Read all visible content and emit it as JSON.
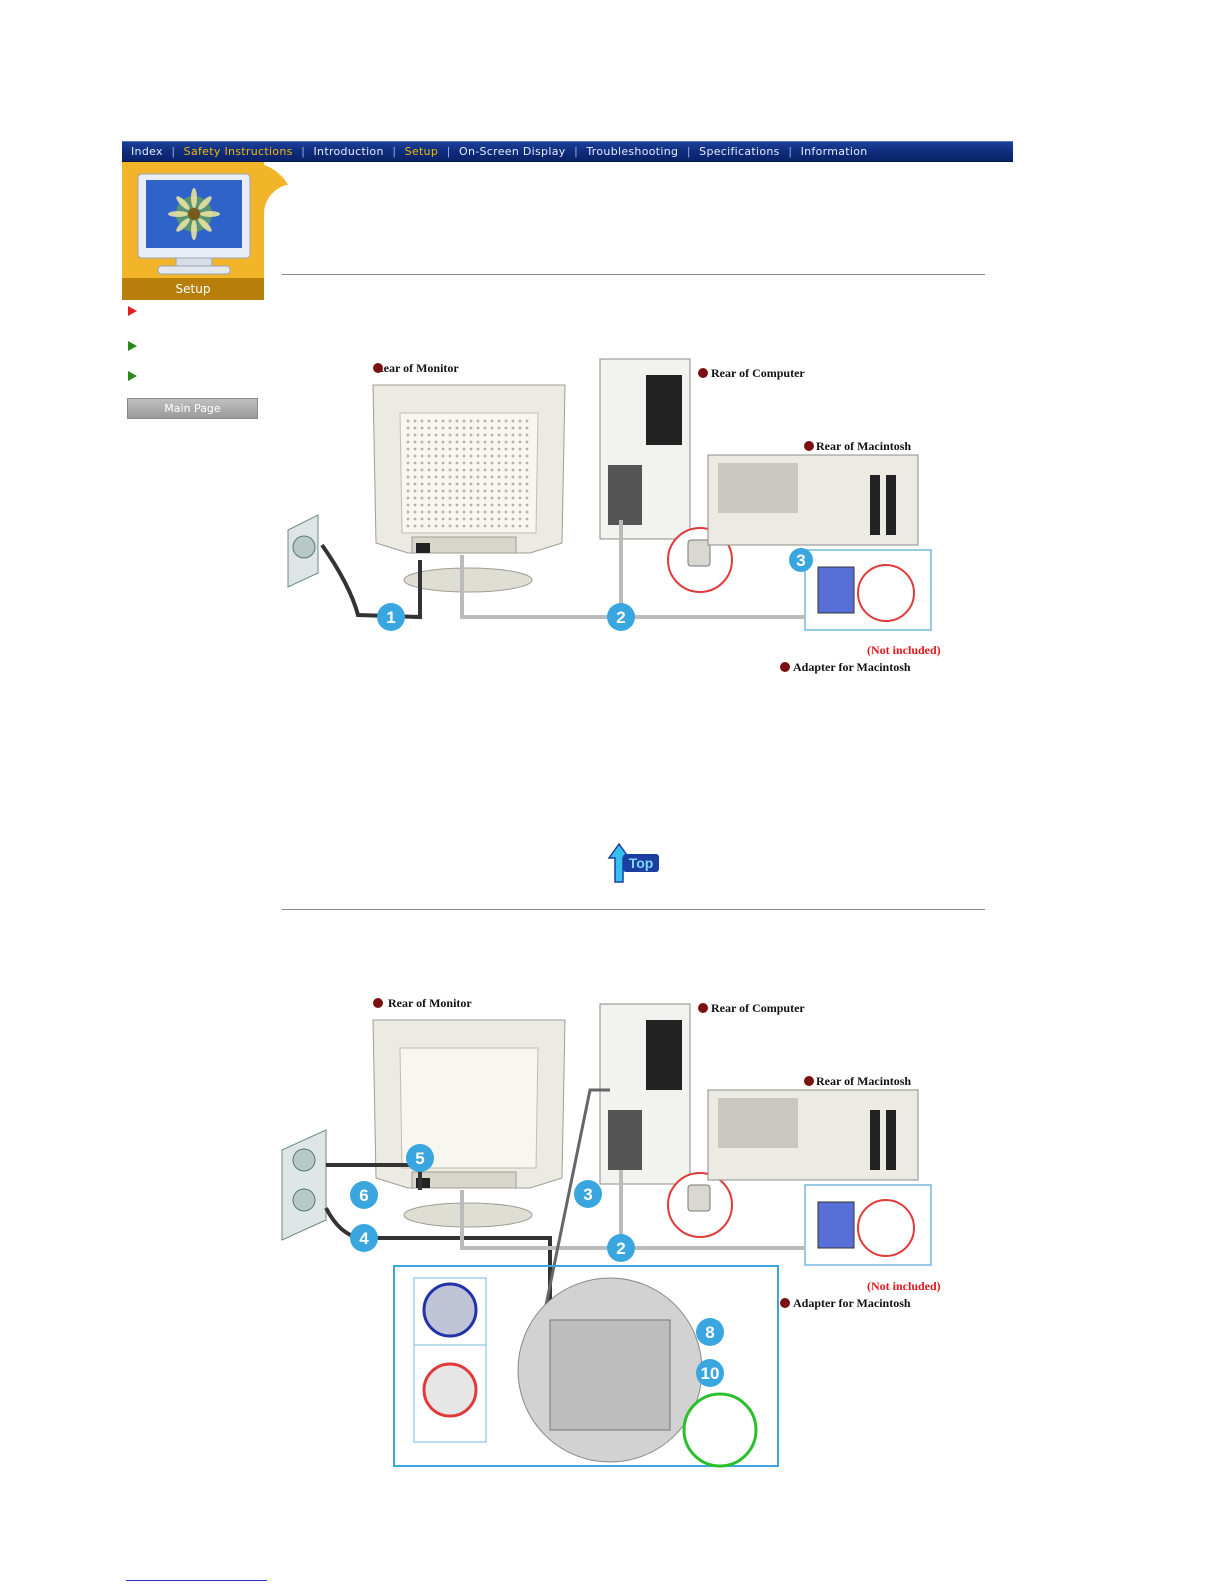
{
  "nav": {
    "items": [
      {
        "label": "Index",
        "highlight": false
      },
      {
        "label": "Safety Instructions",
        "highlight": true
      },
      {
        "label": "Introduction",
        "highlight": false
      },
      {
        "label": "Setup",
        "highlight": true
      },
      {
        "label": "On-Screen Display",
        "highlight": false
      },
      {
        "label": "Troubleshooting",
        "highlight": false
      },
      {
        "label": "Specifications",
        "highlight": false
      },
      {
        "label": "Information",
        "highlight": false
      }
    ],
    "separator": "|"
  },
  "sidebar": {
    "section_label": "Setup",
    "main_page_label": "Main Page"
  },
  "diagram1": {
    "rear_monitor": "Rear of Monitor",
    "rear_computer": "Rear of Computer",
    "rear_mac": "Rear of  Macintosh",
    "not_included": "(Not included)",
    "adapter_mac": "Adapter for Macintosh",
    "callouts": [
      "1",
      "2",
      "3"
    ]
  },
  "diagram2": {
    "rear_monitor": "Rear of Monitor",
    "rear_computer": "Rear of Computer",
    "rear_mac": "Rear of  Macintosh",
    "not_included": "(Not included)",
    "adapter_mac": "Adapter for Macintosh",
    "callouts": [
      "2",
      "3",
      "4",
      "5",
      "6",
      "8",
      "10"
    ]
  },
  "top_button": {
    "label": "Top"
  },
  "colors": {
    "nav_bg": "#0d2a78",
    "nav_highlight": "#f0b800",
    "side_tab": "#f2b428",
    "callout": "#3aa6e0",
    "label_red": "#e0181e"
  }
}
